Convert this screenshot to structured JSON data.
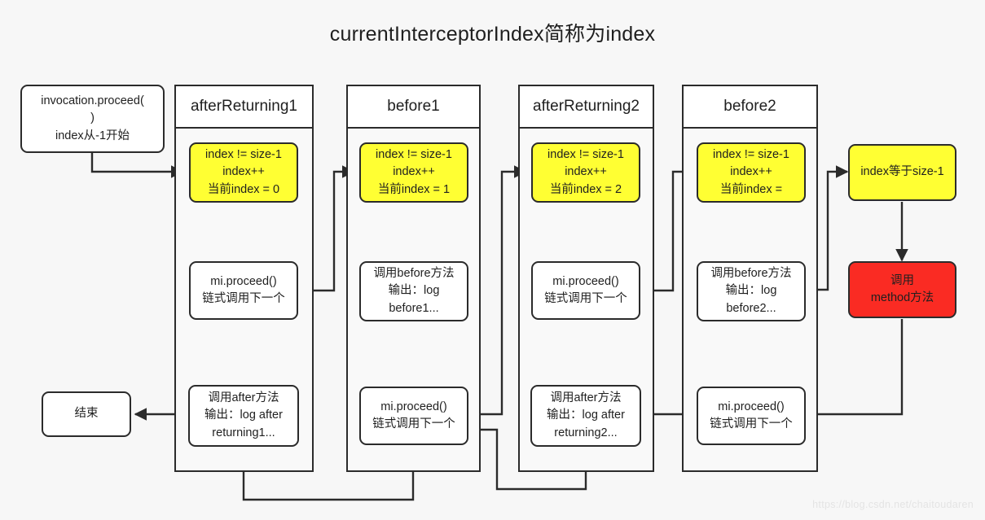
{
  "title": "currentInterceptorIndex简称为index",
  "watermark": "https://blog.csdn.net/chaitoudaren",
  "colors": {
    "background": "#f7f7f7",
    "stroke": "#2b2b2b",
    "node_fill": "#ffffff",
    "highlight_yellow": "#ffff33",
    "highlight_red": "#fa2b23",
    "lane_fill": "#f9f9f9",
    "lane_header_fill": "#ffffff"
  },
  "entry_node": {
    "label": "invocation.proceed(\n)\nindex从-1开始"
  },
  "end_node": {
    "label": "结束"
  },
  "lanes": [
    {
      "header": "afterReturning1",
      "nodes": [
        {
          "name": "check",
          "style": "yellow",
          "label": "index != size-1\nindex++\n当前index = 0"
        },
        {
          "name": "proceed",
          "style": "plain",
          "label": "mi.proceed()\n链式调用下一个"
        },
        {
          "name": "advice",
          "style": "plain",
          "label": "调用after方法\n输出：log after\nreturning1..."
        }
      ]
    },
    {
      "header": "before1",
      "nodes": [
        {
          "name": "check",
          "style": "yellow",
          "label": "index != size-1\nindex++\n当前index = 1"
        },
        {
          "name": "advice",
          "style": "plain",
          "label": "调用before方法\n输出：log\nbefore1..."
        },
        {
          "name": "proceed",
          "style": "plain",
          "label": "mi.proceed()\n链式调用下一个"
        }
      ]
    },
    {
      "header": "afterReturning2",
      "nodes": [
        {
          "name": "check",
          "style": "yellow",
          "label": "index != size-1\nindex++\n当前index = 2"
        },
        {
          "name": "proceed",
          "style": "plain",
          "label": "mi.proceed()\n链式调用下一个"
        },
        {
          "name": "advice",
          "style": "plain",
          "label": "调用after方法\n输出：log after\nreturning2..."
        }
      ]
    },
    {
      "header": "before2",
      "nodes": [
        {
          "name": "check",
          "style": "yellow",
          "label": "index != size-1\nindex++\n当前index ="
        },
        {
          "name": "advice",
          "style": "plain",
          "label": "调用before方法\n输出：log\nbefore2..."
        },
        {
          "name": "proceed",
          "style": "plain",
          "label": "mi.proceed()\n链式调用下一个"
        }
      ]
    }
  ],
  "terminal": {
    "condition": {
      "style": "yellow",
      "label": "index等于size-1"
    },
    "action": {
      "style": "red",
      "label": "调用\nmethod方法"
    }
  }
}
